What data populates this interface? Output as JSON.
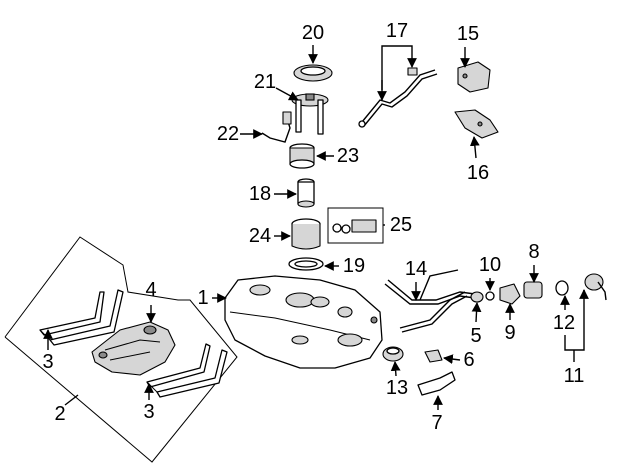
{
  "callouts": [
    {
      "id": "1",
      "label": "1"
    },
    {
      "id": "2",
      "label": "2"
    },
    {
      "id": "3a",
      "label": "3"
    },
    {
      "id": "3b",
      "label": "3"
    },
    {
      "id": "4",
      "label": "4"
    },
    {
      "id": "5",
      "label": "5"
    },
    {
      "id": "6",
      "label": "6"
    },
    {
      "id": "7",
      "label": "7"
    },
    {
      "id": "8",
      "label": "8"
    },
    {
      "id": "9",
      "label": "9"
    },
    {
      "id": "10",
      "label": "10"
    },
    {
      "id": "11",
      "label": "11"
    },
    {
      "id": "12",
      "label": "12"
    },
    {
      "id": "13",
      "label": "13"
    },
    {
      "id": "14",
      "label": "14"
    },
    {
      "id": "15",
      "label": "15"
    },
    {
      "id": "16",
      "label": "16"
    },
    {
      "id": "17",
      "label": "17"
    },
    {
      "id": "18",
      "label": "18"
    },
    {
      "id": "19",
      "label": "19"
    },
    {
      "id": "20",
      "label": "20"
    },
    {
      "id": "21",
      "label": "21"
    },
    {
      "id": "22",
      "label": "22"
    },
    {
      "id": "23",
      "label": "23"
    },
    {
      "id": "24",
      "label": "24"
    },
    {
      "id": "25",
      "label": "25"
    }
  ]
}
